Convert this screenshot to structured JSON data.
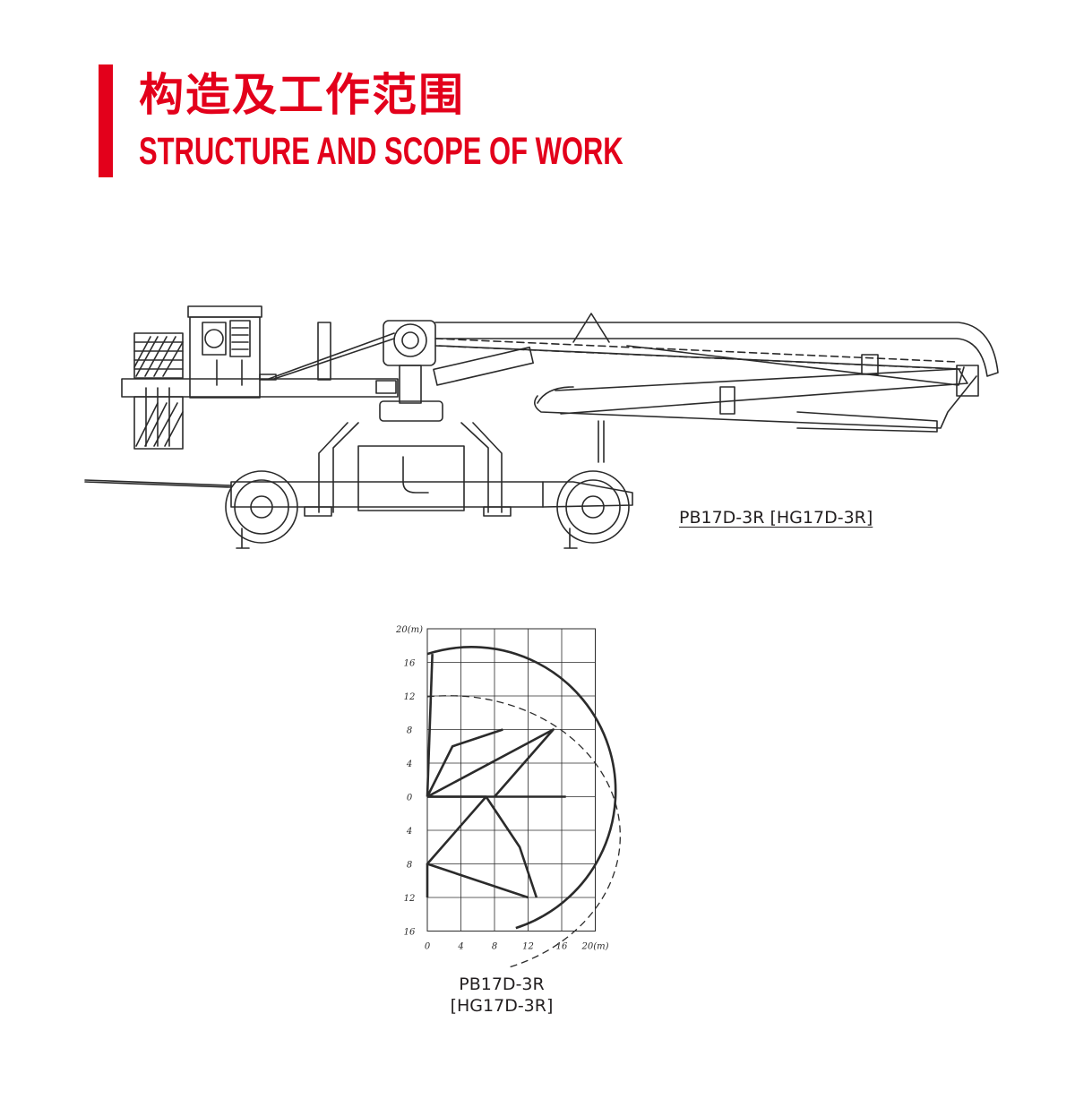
{
  "header": {
    "title_cn": "构造及工作范围",
    "title_en": "STRUCTURE AND SCOPE OF WORK"
  },
  "drawing": {
    "model_label": "PB17D-3R [HG17D-3R]"
  },
  "chart_data": {
    "type": "scatter",
    "x_ticks": [
      "0",
      "4",
      "8",
      "12",
      "16",
      "20(m)"
    ],
    "y_ticks": [
      "20(m)",
      "16",
      "12",
      "8",
      "4",
      "0",
      "4",
      "8",
      "12",
      "16"
    ],
    "xlim": [
      0,
      20
    ],
    "ylim": [
      -16,
      20
    ],
    "grid": true,
    "max_radius": 17,
    "caption_line1": "PB17D-3R",
    "caption_line2": "[HG17D-3R]"
  },
  "colors": {
    "accent": "#e3001b",
    "ink": "#231f20",
    "line": "#2b2b2b"
  }
}
